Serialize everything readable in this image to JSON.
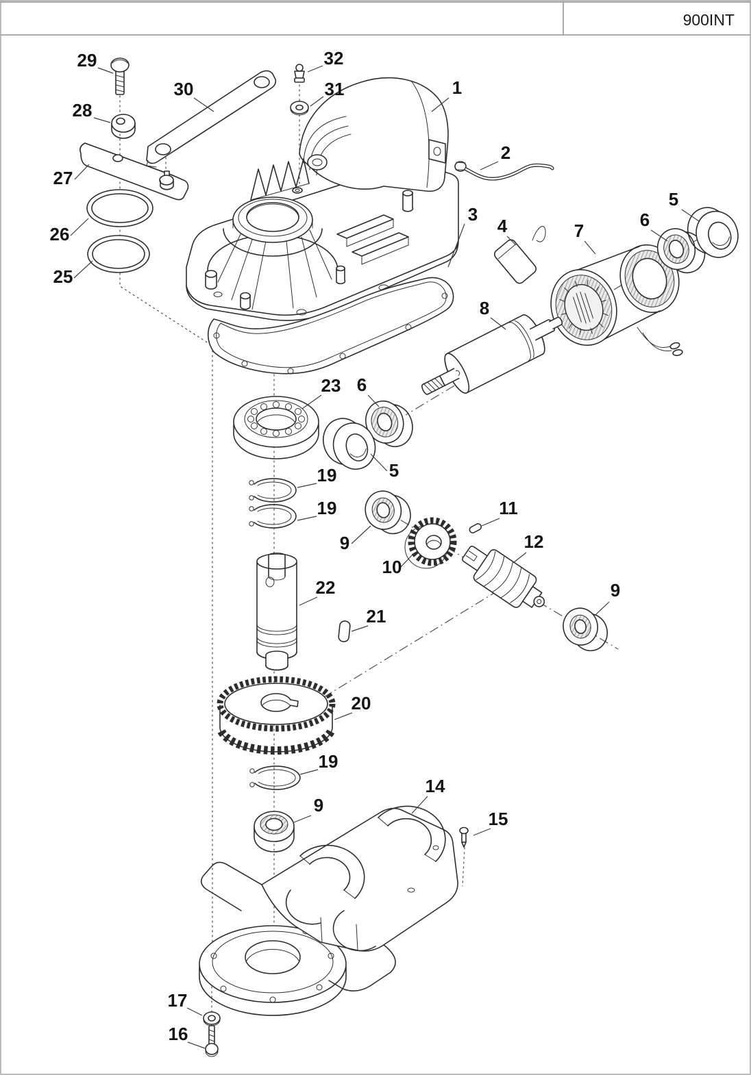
{
  "header": {
    "doc_code": "900INT"
  },
  "diagram": {
    "callouts": [
      {
        "label": "29"
      },
      {
        "label": "30"
      },
      {
        "label": "28"
      },
      {
        "label": "27"
      },
      {
        "label": "26"
      },
      {
        "label": "25"
      },
      {
        "label": "32"
      },
      {
        "label": "31"
      },
      {
        "label": "1"
      },
      {
        "label": "2"
      },
      {
        "label": "3"
      },
      {
        "label": "4"
      },
      {
        "label": "7"
      },
      {
        "label": "6"
      },
      {
        "label": "5"
      },
      {
        "label": "8"
      },
      {
        "label": "23"
      },
      {
        "label": "6"
      },
      {
        "label": "5"
      },
      {
        "label": "19"
      },
      {
        "label": "19"
      },
      {
        "label": "9"
      },
      {
        "label": "10"
      },
      {
        "label": "11"
      },
      {
        "label": "12"
      },
      {
        "label": "9"
      },
      {
        "label": "22"
      },
      {
        "label": "21"
      },
      {
        "label": "20"
      },
      {
        "label": "19"
      },
      {
        "label": "9"
      },
      {
        "label": "14"
      },
      {
        "label": "15"
      },
      {
        "label": "17"
      },
      {
        "label": "16"
      }
    ]
  }
}
